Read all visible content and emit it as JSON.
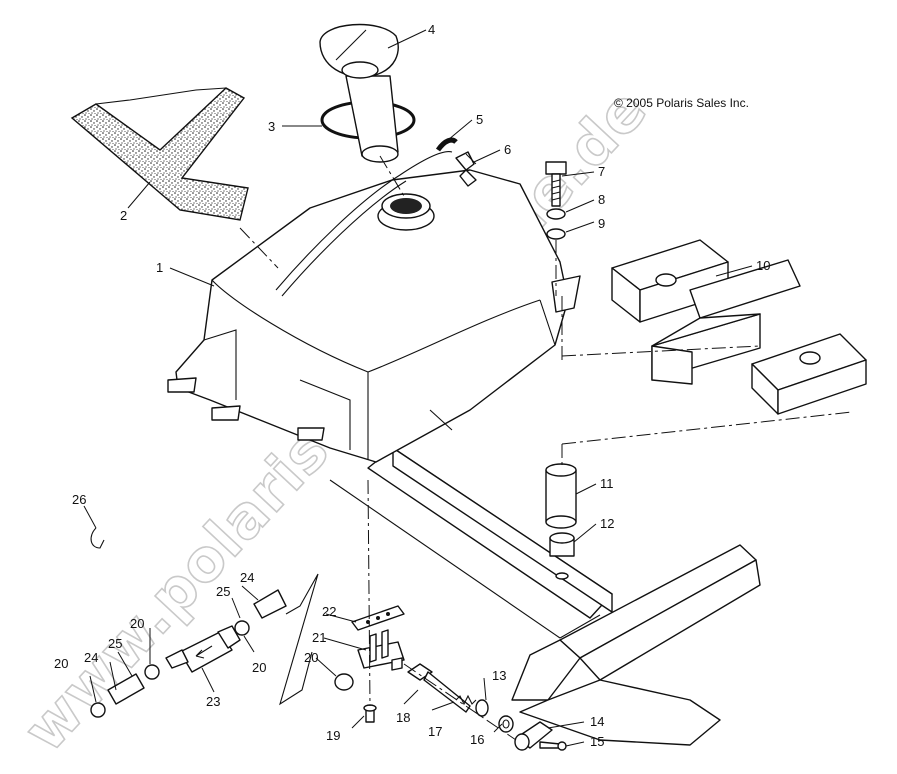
{
  "copyright": "© 2005 Polaris Sales Inc.",
  "watermark": "www.polarisersatzteile.de",
  "callouts": [
    {
      "id": "c1",
      "text": "1"
    },
    {
      "id": "c2",
      "text": "2"
    },
    {
      "id": "c3",
      "text": "3"
    },
    {
      "id": "c4",
      "text": "4"
    },
    {
      "id": "c5",
      "text": "5"
    },
    {
      "id": "c6",
      "text": "6"
    },
    {
      "id": "c7",
      "text": "7"
    },
    {
      "id": "c8",
      "text": "8"
    },
    {
      "id": "c9",
      "text": "9"
    },
    {
      "id": "c10",
      "text": "10"
    },
    {
      "id": "c11",
      "text": "11"
    },
    {
      "id": "c12",
      "text": "12"
    },
    {
      "id": "c13",
      "text": "13"
    },
    {
      "id": "c14",
      "text": "14"
    },
    {
      "id": "c15",
      "text": "15"
    },
    {
      "id": "c16",
      "text": "16"
    },
    {
      "id": "c17",
      "text": "17"
    },
    {
      "id": "c18",
      "text": "18"
    },
    {
      "id": "c19",
      "text": "19"
    },
    {
      "id": "c20a",
      "text": "20"
    },
    {
      "id": "c20b",
      "text": "20"
    },
    {
      "id": "c20c",
      "text": "20"
    },
    {
      "id": "c20d",
      "text": "20"
    },
    {
      "id": "c21",
      "text": "21"
    },
    {
      "id": "c22",
      "text": "22"
    },
    {
      "id": "c23",
      "text": "23"
    },
    {
      "id": "c24a",
      "text": "24"
    },
    {
      "id": "c24b",
      "text": "24"
    },
    {
      "id": "c25a",
      "text": "25"
    },
    {
      "id": "c25b",
      "text": "25"
    },
    {
      "id": "c26",
      "text": "26"
    }
  ]
}
